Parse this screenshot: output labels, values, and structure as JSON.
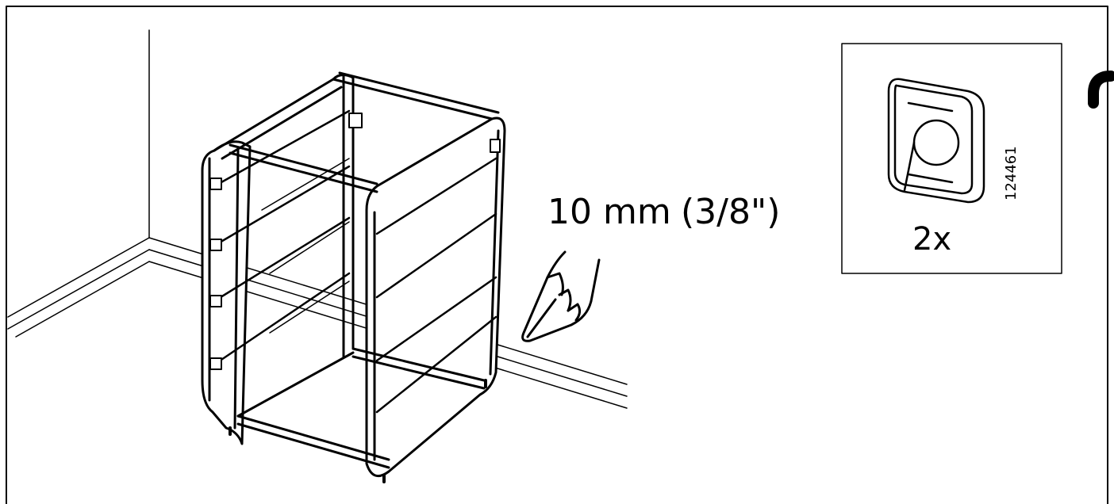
{
  "instruction": {
    "spacing": "10 mm",
    "spacing_imperial": "(3/8\")"
  },
  "part_box": {
    "quantity": "2x",
    "part_number": "124461"
  },
  "icons": {
    "hand": "pointing-hand-icon",
    "part": "plastic-clip-part-icon",
    "frame": "drawer-frame-illustration"
  }
}
